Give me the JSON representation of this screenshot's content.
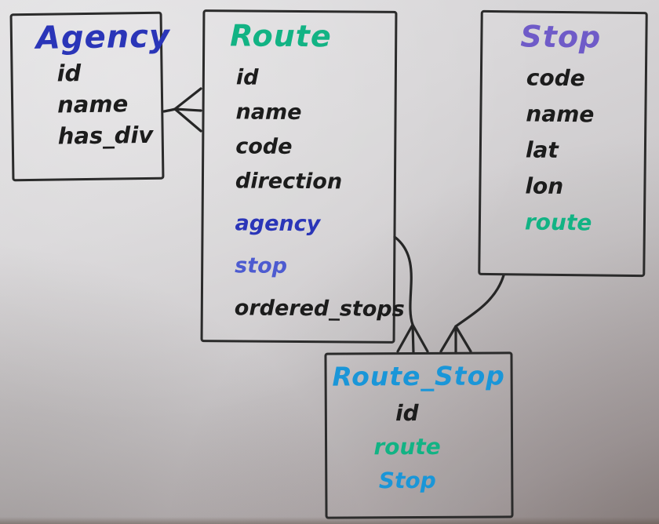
{
  "board": {
    "description": "Hand-drawn whiteboard entity-relationship diagram of a transit database schema",
    "tables": [
      {
        "id": "agency",
        "name": "Agency",
        "title_color": "#2a35b8",
        "fields": [
          {
            "label": "id",
            "color": "#1c1c1c"
          },
          {
            "label": "name",
            "color": "#1c1c1c"
          },
          {
            "label": "has_div",
            "color": "#1c1c1c"
          }
        ]
      },
      {
        "id": "route",
        "name": "Route",
        "title_color": "#12b384",
        "fields": [
          {
            "label": "id",
            "color": "#1c1c1c"
          },
          {
            "label": "name",
            "color": "#1c1c1c"
          },
          {
            "label": "code",
            "color": "#1c1c1c"
          },
          {
            "label": "direction",
            "color": "#1c1c1c"
          },
          {
            "label": "agency",
            "color": "#2a35b8"
          },
          {
            "label": "stop",
            "color": "#4d5bd0"
          },
          {
            "label": "ordered_stops",
            "color": "#1c1c1c"
          }
        ]
      },
      {
        "id": "stop",
        "name": "Stop",
        "title_color": "#6f5bc8",
        "fields": [
          {
            "label": "code",
            "color": "#1c1c1c"
          },
          {
            "label": "name",
            "color": "#1c1c1c"
          },
          {
            "label": "lat",
            "color": "#1c1c1c"
          },
          {
            "label": "lon",
            "color": "#1c1c1c"
          },
          {
            "label": "route",
            "color": "#12b384"
          }
        ]
      },
      {
        "id": "route_stop",
        "name": "Route_Stop",
        "title_color": "#1a96d8",
        "fields": [
          {
            "label": "id",
            "color": "#1c1c1c"
          },
          {
            "label": "route",
            "color": "#12b384"
          },
          {
            "label": "Stop",
            "color": "#2e86cf"
          }
        ]
      }
    ],
    "relations": [
      {
        "from": "Agency",
        "to": "Route",
        "cardinality": "one-to-many",
        "notation": "crow-foot"
      },
      {
        "from": "Route",
        "to": "Route_Stop",
        "cardinality": "one-to-many",
        "notation": "crow-foot"
      },
      {
        "from": "Stop",
        "to": "Route_Stop",
        "cardinality": "one-to-many",
        "notation": "crow-foot"
      }
    ],
    "marker_colors": {
      "black": "#1c1c1c",
      "blue": "#2a35b8",
      "green": "#12b384",
      "purple": "#6f5bc8",
      "cyan": "#1a96d8"
    }
  }
}
